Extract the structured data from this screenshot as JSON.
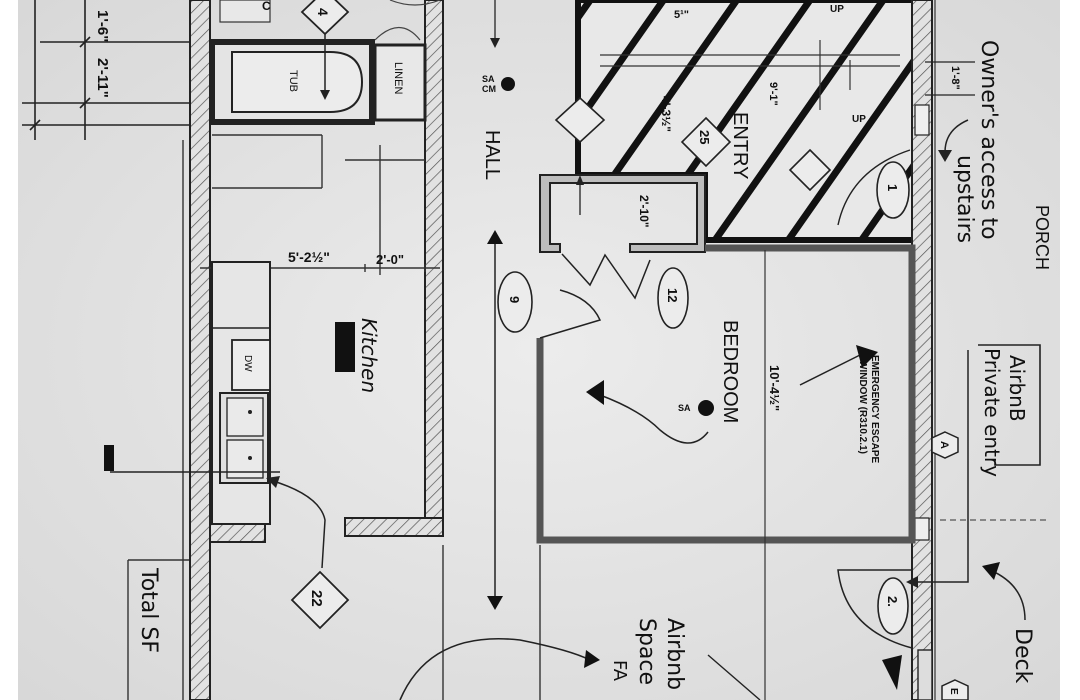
{
  "rooms": {
    "hall": "HALL",
    "entry": "ENTRY",
    "bedroom": "BEDROOM",
    "kitchen": "Kitchen",
    "porch": "PORCH",
    "tub": "TUB",
    "linen": "LINEN"
  },
  "dimensions": {
    "d1": "1'-6\"",
    "d2": "2'-11\"",
    "d3": "5'-2½\"",
    "d4": "2'-0\"",
    "d5": "2'-10\"",
    "d6": "10'-4½\"",
    "d7": "4'-3½\"",
    "d8": "9'-1\"",
    "d9": "1'-8\""
  },
  "tags": {
    "t4": "4",
    "t25": "25",
    "t22": "22",
    "t9": "9",
    "t12": "12",
    "t1": "1",
    "t2": "2.",
    "tA": "A",
    "tE": "E",
    "tC": "C"
  },
  "labels": {
    "up1": "UP",
    "up2": "UP",
    "sa_cm": "SA",
    "cm": "CM",
    "sa": "SA",
    "dw": "DW",
    "emergency1": "EMERGENCY ESCAPE",
    "emergency2": "WINDOW (R310.2.1)"
  },
  "annotations": {
    "owners1": "Owner's access to",
    "owners2": "upstairs",
    "airbnb1": "AirbnB",
    "airbnb2": "Private entry",
    "airbnb_space1": "Airbnb",
    "airbnb_space2": "Space",
    "airbnb_space3": "FA",
    "total": "Total SF",
    "deck": "Deck"
  }
}
